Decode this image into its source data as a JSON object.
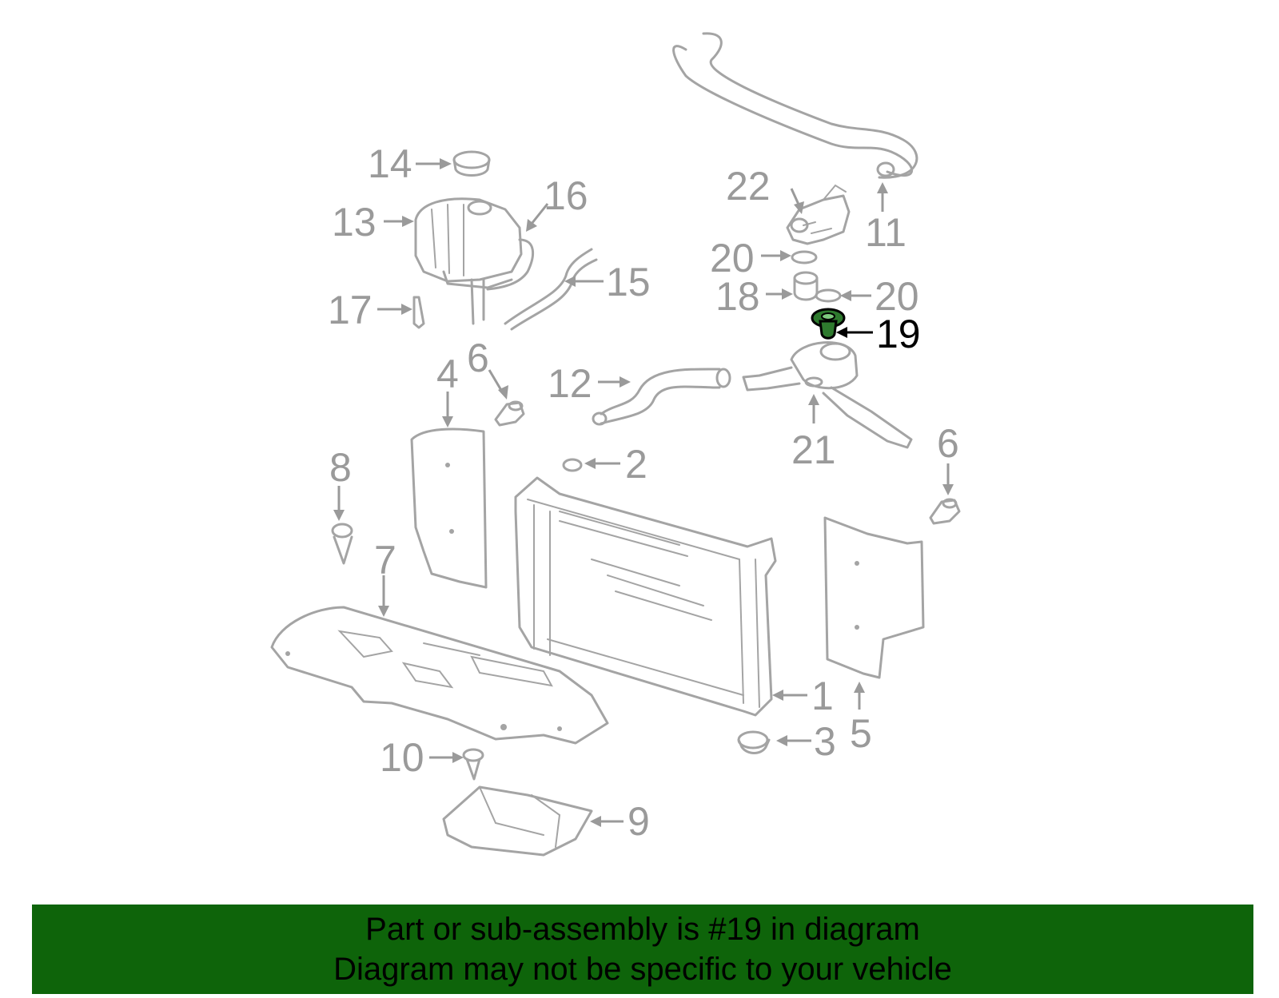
{
  "diagram": {
    "callouts": [
      "1",
      "2",
      "3",
      "4",
      "5",
      "6",
      "6",
      "7",
      "8",
      "9",
      "10",
      "11",
      "12",
      "13",
      "14",
      "15",
      "16",
      "17",
      "18",
      "19",
      "20",
      "20",
      "21",
      "22"
    ],
    "highlight_part": "19",
    "colors": {
      "line_art": "#a4a4a4",
      "callout_text": "#9a9a9a",
      "highlight_text": "#000000",
      "highlight_fill": "#2e7a2e"
    }
  },
  "banner": {
    "line1": "Part or sub-assembly is #19 in diagram",
    "line2": "Diagram may not be specific to your vehicle",
    "background_color": "#0e640a"
  }
}
